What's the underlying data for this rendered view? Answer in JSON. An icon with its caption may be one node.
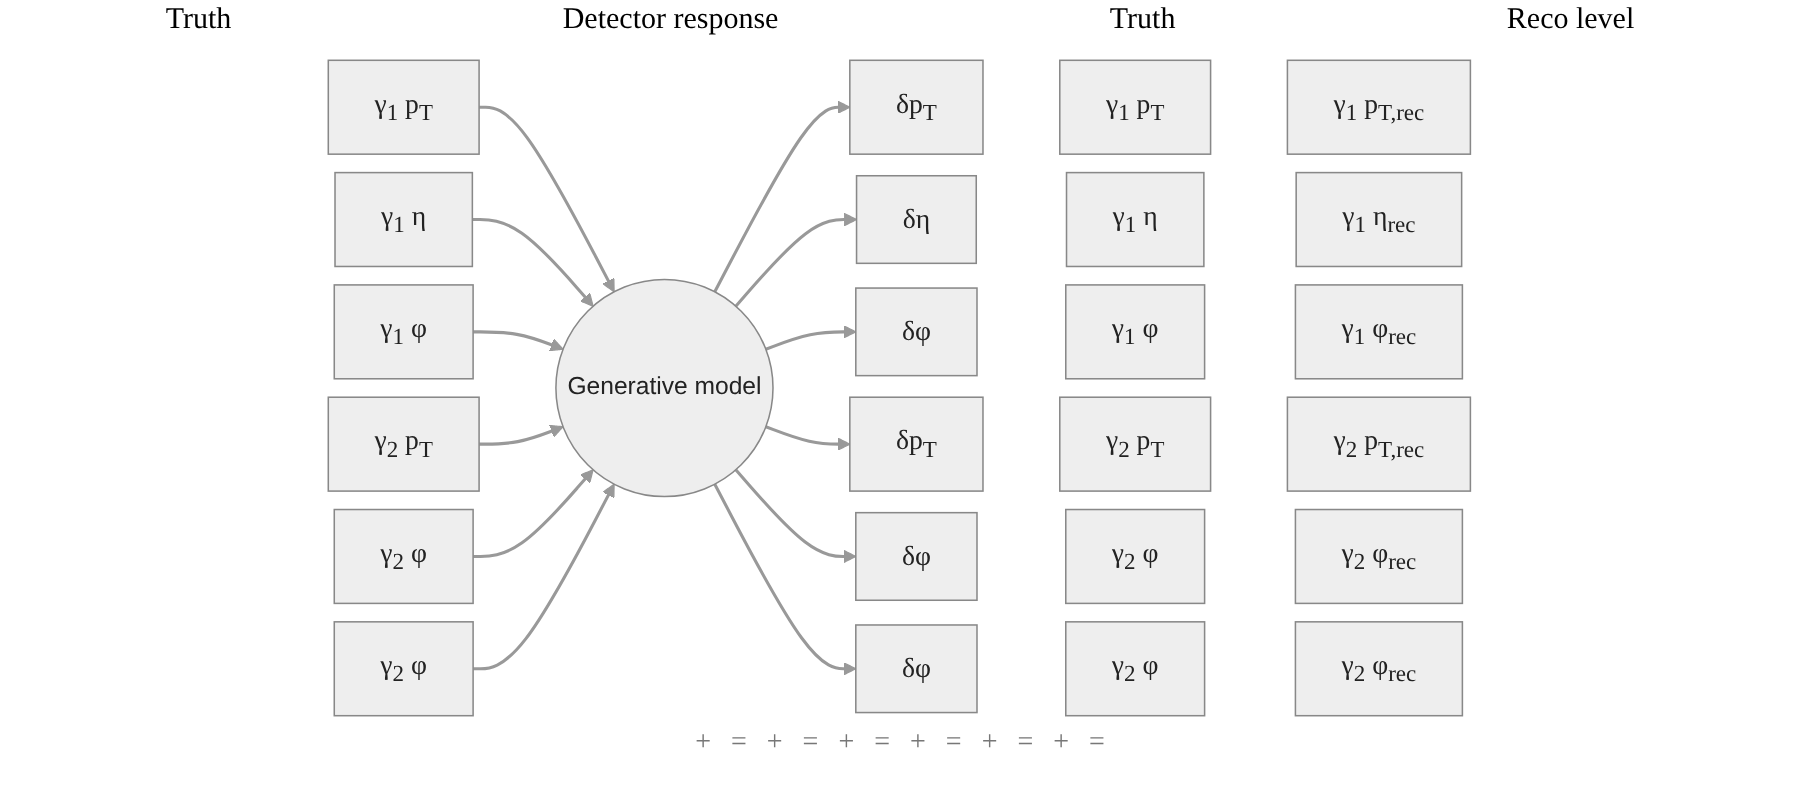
{
  "diagram": {
    "nodes": [
      {
        "text": [
          "γ$_{1}$ p$_{T}$"
        ]
      },
      {
        "text": [
          "γ$_{1}$ η"
        ]
      },
      {
        "text": [
          "γ$_{1}$ φ"
        ]
      },
      {
        "text": [
          "γ$_{2}$ p$_{T}$"
        ]
      },
      {
        "text": [
          "γ$_{2}$ φ"
        ]
      },
      {
        "text": [
          "γ$_{2}$ φ"
        ]
      },
      {
        "text": [
          "Generative model"
        ]
      },
      {
        "text": [
          "δp$_{T}$"
        ]
      },
      {
        "text": [
          "δη"
        ]
      },
      {
        "text": [
          "δφ"
        ]
      },
      {
        "text": [
          "δp$_{T}$"
        ]
      },
      {
        "text": [
          "δφ"
        ]
      },
      {
        "text": [
          "δφ"
        ]
      },
      {
        "text": [
          "γ$_{1}$ p$_{T}$"
        ]
      },
      {
        "text": [
          "γ$_{1}$ η"
        ]
      },
      {
        "text": [
          "γ$_{1}$ φ"
        ]
      },
      {
        "text": [
          "γ$_{2}$ p$_{T}$"
        ]
      },
      {
        "text": [
          "γ$_{2}$ φ"
        ]
      },
      {
        "text": [
          "γ$_{2}$ φ"
        ]
      },
      {
        "text": [
          "γ$_{1}$ p$_{T,rec}$"
        ]
      },
      {
        "text": [
          "γ$_{1}$ η$_{rec}$"
        ]
      },
      {
        "text": [
          "γ$_{1}$ φ$_{rec}$"
        ]
      },
      {
        "text": [
          "γ$_{2}$ p$_{T,rec}$"
        ]
      },
      {
        "text": [
          "γ$_{2}$ φ$_{rec}$"
        ]
      },
      {
        "text": [
          "γ$_{2}$ φ$_{rec}$"
        ]
      }
    ],
    "edges": [
      {
        "from": 0,
        "to": 6,
        "arrow": "to"
      },
      {
        "from": 1,
        "to": 6,
        "arrow": "to"
      },
      {
        "from": 2,
        "to": 6,
        "arrow": "to"
      },
      {
        "from": 3,
        "to": 6,
        "arrow": "to"
      },
      {
        "from": 4,
        "to": 6,
        "arrow": "to"
      },
      {
        "from": 5,
        "to": 6,
        "arrow": "to"
      },
      {
        "from": 6,
        "to": 7,
        "arrow": "to"
      },
      {
        "from": 6,
        "to": 8,
        "arrow": "to"
      },
      {
        "from": 6,
        "to": 9,
        "arrow": "to"
      },
      {
        "from": 6,
        "to": 10,
        "arrow": "to"
      },
      {
        "from": 6,
        "to": 11,
        "arrow": "to"
      },
      {
        "from": 6,
        "to": 12,
        "arrow": "to"
      }
    ],
    "labels": [
      "Truth",
      "Detector response",
      "Truth",
      "Reco level",
      "+",
      "=",
      "+",
      "=",
      "+",
      "=",
      "+",
      "=",
      "+",
      "=",
      "+",
      "="
    ]
  }
}
